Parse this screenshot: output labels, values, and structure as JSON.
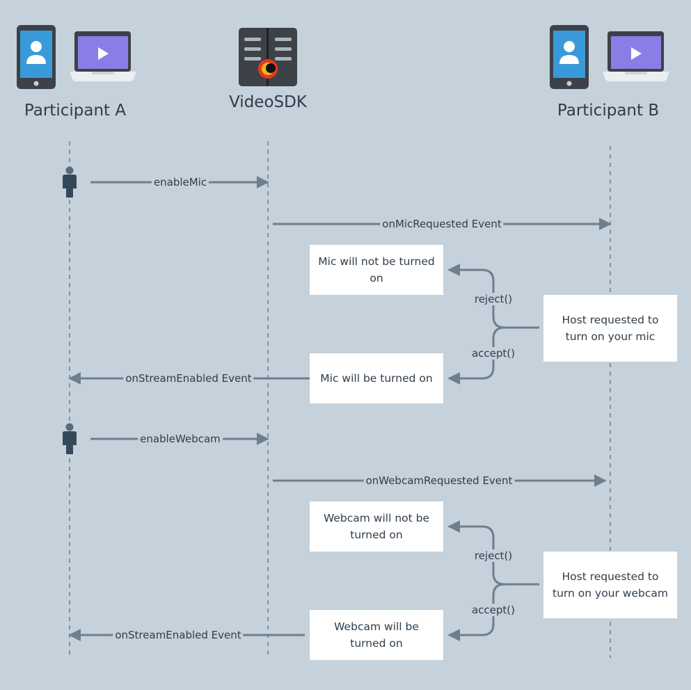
{
  "participants": {
    "a": {
      "label": "Participant A"
    },
    "sdk": {
      "label": "VideoSDK"
    },
    "b": {
      "label": "Participant B"
    }
  },
  "messages": {
    "enable_mic": "enableMic",
    "mic_requested": "onMicRequested Event",
    "stream_enabled_1": "onStreamEnabled Event",
    "enable_webcam": "enableWebcam",
    "webcam_requested": "onWebcamRequested Event",
    "stream_enabled_2": "onStreamEnabled Event"
  },
  "boxes": {
    "mic_not_on": "Mic will not be turned on",
    "mic_on": "Mic will be turned on",
    "host_mic": "Host requested to turn on your mic",
    "webcam_not_on": "Webcam will not be turned on",
    "webcam_on": "Webcam will be turned on",
    "host_webcam": "Host requested to turn on your webcam"
  },
  "branches": {
    "reject_1": "reject()",
    "accept_1": "accept()",
    "reject_2": "reject()",
    "accept_2": "accept()"
  },
  "colors": {
    "background": "#c5d1db",
    "arrow": "#6d7e8d",
    "text": "#2f3d4a",
    "phone_screen": "#3a9ad9",
    "laptop_screen": "#8a7ee6",
    "person": "#33495b"
  }
}
